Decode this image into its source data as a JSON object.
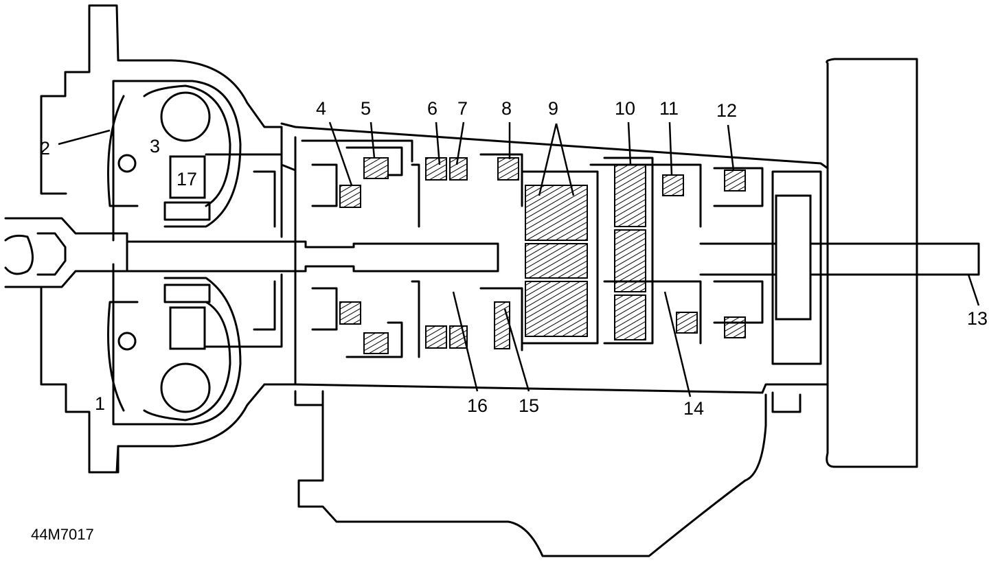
{
  "figure_code": "44M7017",
  "callouts": [
    "1",
    "2",
    "3",
    "4",
    "5",
    "6",
    "7",
    "8",
    "9",
    "10",
    "11",
    "12",
    "13",
    "14",
    "15",
    "16",
    "17"
  ]
}
